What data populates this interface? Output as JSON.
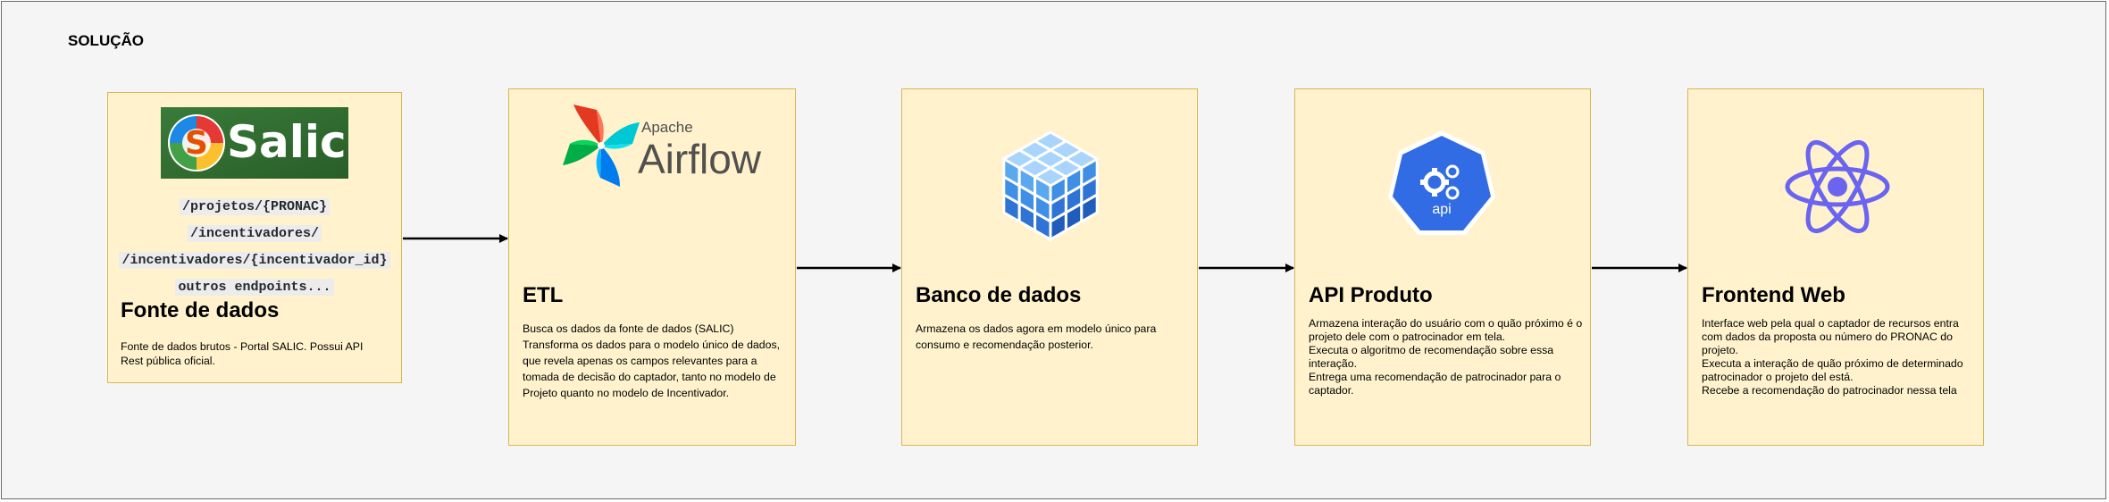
{
  "frame": {
    "title": "SOLUÇÃO"
  },
  "cards": [
    {
      "id": "fonte",
      "logo_icon": "salic-logo",
      "logo_text": "Salic",
      "endpoints": [
        "/projetos/{PRONAC}",
        "/incentivadores/",
        "/incentivadores/{incentivador_id}",
        "outros endpoints..."
      ],
      "title": "Fonte de dados",
      "description": [
        "Fonte de dados brutos - Portal SALIC. Possui API Rest pública oficial."
      ]
    },
    {
      "id": "etl",
      "logo_icon": "apache-airflow-logo",
      "logo_text_top": "Apache",
      "logo_text_main": "Airflow",
      "title": "ETL",
      "description": [
        "Busca os dados da fonte de dados (SALIC)",
        "Transforma os dados para o modelo único de dados, que revela apenas os campos relevantes para a tomada de decisão do captador, tanto no modelo de Projeto quanto no modelo de Incentivador."
      ]
    },
    {
      "id": "banco",
      "logo_icon": "database-cube-icon",
      "title": "Banco de dados",
      "description": [
        "Armazena os dados agora em modelo único para consumo e recomendação posterior."
      ]
    },
    {
      "id": "api",
      "logo_icon": "kubernetes-api-icon",
      "logo_text": "api",
      "title": "API Produto",
      "description": [
        "Armazena interação do usuário com o quão próximo é o projeto dele com o patrocinador em tela.",
        "Executa o algoritmo de recomendação sobre essa interação.",
        "Entrega uma recomendação de patrocinador para o captador."
      ]
    },
    {
      "id": "frontend",
      "logo_icon": "react-icon",
      "title": "Frontend Web",
      "description": [
        "Interface web pela qual o captador de recursos entra com dados da proposta ou número do PRONAC do projeto.",
        "Executa a interação de quão próximo de determinado patrocinador o projeto del está.",
        "Recebe a recomendação do patrocinador nessa tela"
      ]
    }
  ],
  "colors": {
    "card_fill": "#fff2cc",
    "card_border": "#d6b656",
    "arrow": "#000000",
    "frame_bg": "#f5f5f5",
    "react": "#6a64f1",
    "k8s": "#326ce5"
  }
}
